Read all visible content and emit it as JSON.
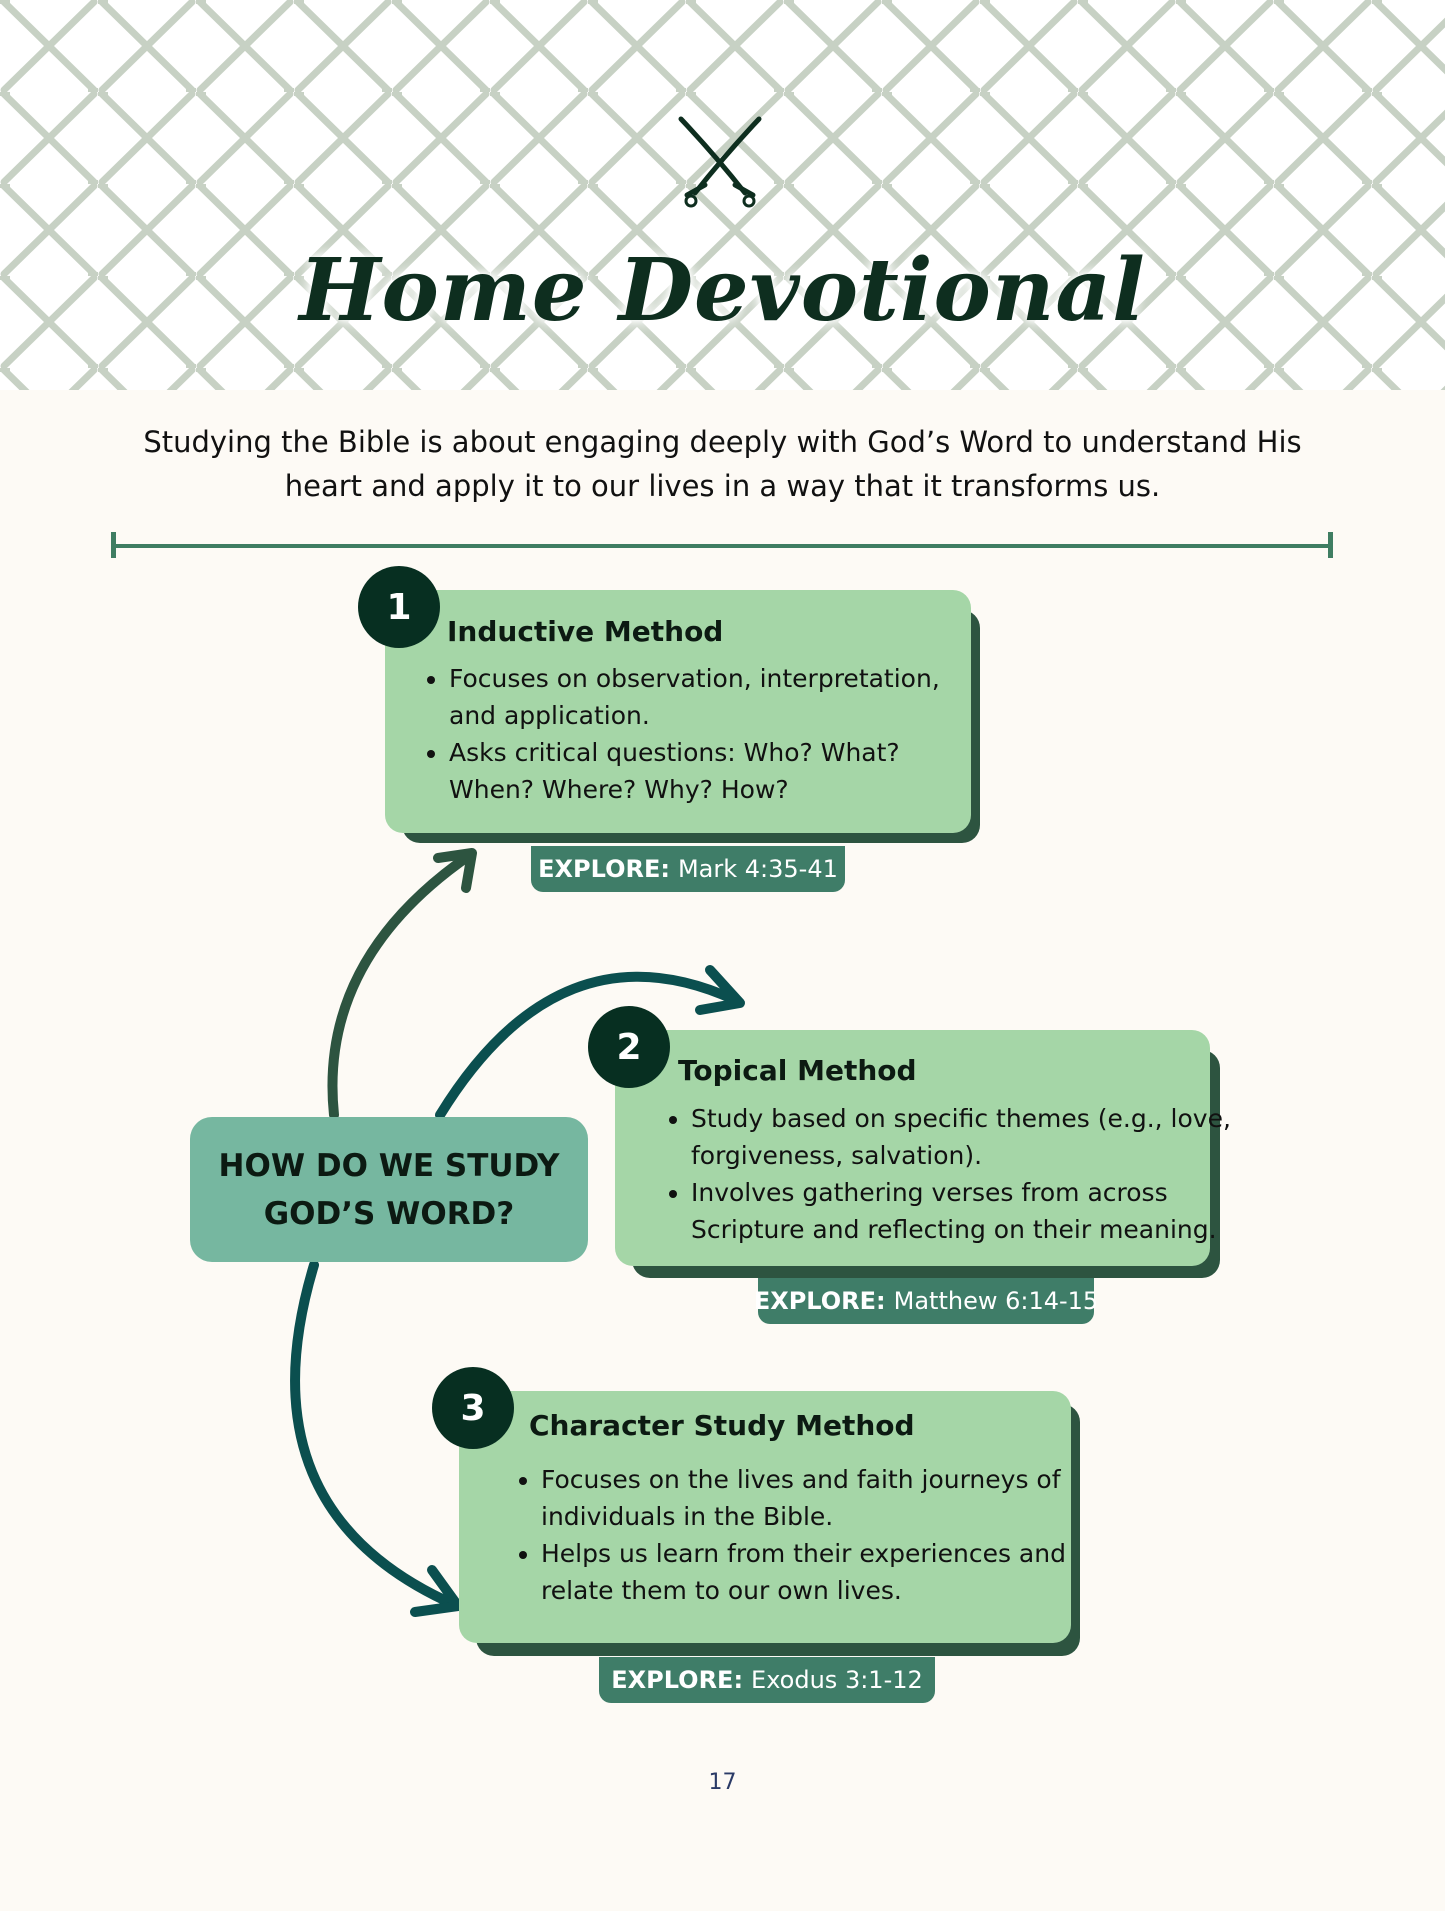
{
  "header": {
    "title": "Home Devotional",
    "emblem": "crossed-swords-icon",
    "pattern_color": "#c7d1c4"
  },
  "intro": {
    "text": "Studying the Bible is about engaging deeply with God’s Word to understand His heart and apply it to our lives in a way that it transforms us."
  },
  "center": {
    "line1": "HOW DO WE STUDY",
    "line2": "GOD’S WORD?"
  },
  "methods": [
    {
      "number": "1",
      "title": "Inductive Method",
      "bullets": [
        "Focuses on observation, interpretation, and application.",
        "Asks critical questions: Who? What? When? Where? Why? How?"
      ],
      "explore_label": "EXPLORE:",
      "explore_ref": "Mark 4:35-41"
    },
    {
      "number": "2",
      "title": "Topical Method",
      "bullets": [
        "Study based on specific themes (e.g., love, forgiveness, salvation).",
        "Involves gathering verses from across Scripture and reflecting on their meaning."
      ],
      "explore_label": "EXPLORE:",
      "explore_ref": "Matthew 6:14-15"
    },
    {
      "number": "3",
      "title": "Character Study Method",
      "bullets": [
        "Focuses on the lives and faith journeys of individuals in the Bible.",
        "Helps us learn from their experiences and relate them to our own lives."
      ],
      "explore_label": "EXPLORE:",
      "explore_ref": "Exodus 3:1-12"
    }
  ],
  "footer": {
    "page_number": "17"
  },
  "colors": {
    "card": "#a5d6a7",
    "card_shadow": "#2d5440",
    "badge": "#072f21",
    "explore": "#3f7d68",
    "center_box": "#76b7a0",
    "arrow_dark_green": "#2d5440",
    "arrow_teal": "#0b4f4f",
    "rule": "#3f7d62"
  }
}
